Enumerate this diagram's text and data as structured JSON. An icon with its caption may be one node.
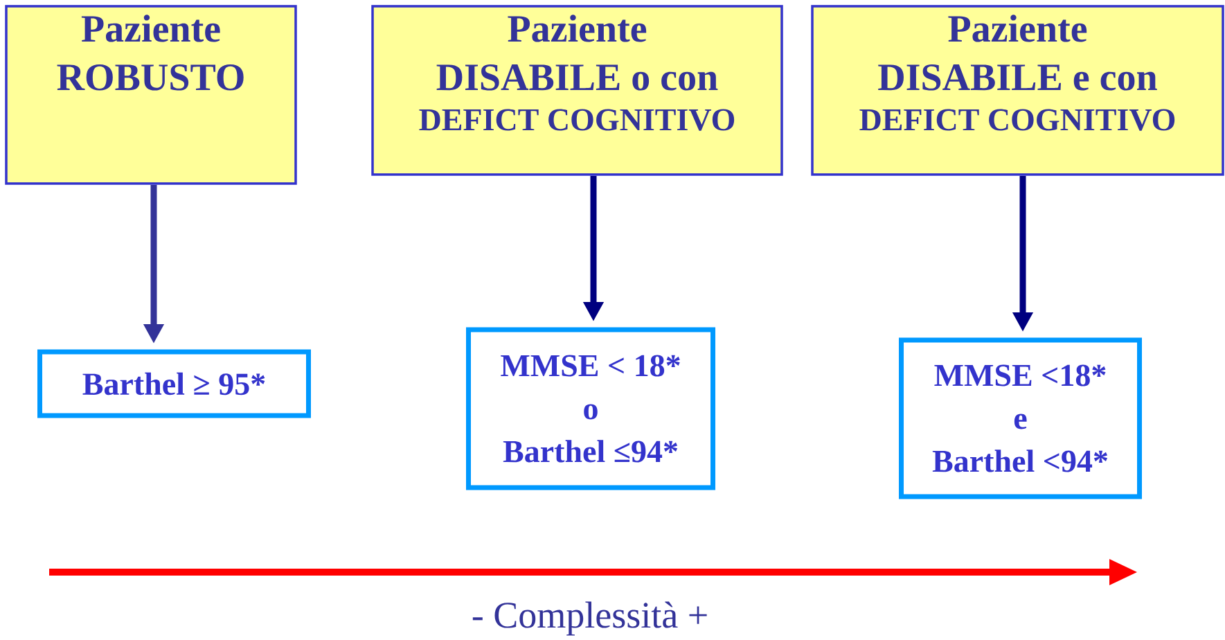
{
  "diagram": {
    "nodes": [
      {
        "text": [
          "Paziente ROBUSTO"
        ]
      },
      {
        "text": [
          "Paziente DISABILE o con",
          "DEFICT COGNITIVO"
        ]
      },
      {
        "text": [
          "Paziente DISABILE e con",
          "DEFICT COGNITIVO"
        ]
      },
      {
        "text": [
          "Barthel ≥ 95*"
        ]
      },
      {
        "text": [
          "MMSE < 18*",
          "o",
          "Barthel ≤94*"
        ]
      },
      {
        "text": [
          "MMSE <18*",
          "e",
          "Barthel <94*"
        ]
      }
    ],
    "edges": [
      {
        "from": 0,
        "to": 3,
        "arrow": "to",
        "color": "#333399"
      },
      {
        "from": 1,
        "to": 4,
        "arrow": "to"
      },
      {
        "from": 2,
        "to": 5,
        "arrow": "to"
      }
    ],
    "labels": [
      "- Complessità +"
    ]
  }
}
